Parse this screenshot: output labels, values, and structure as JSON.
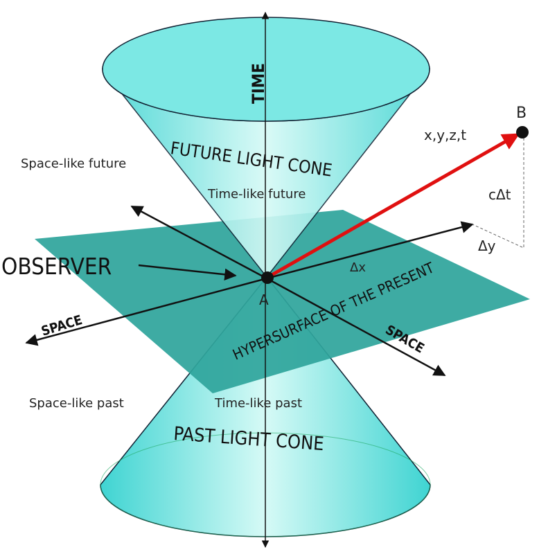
{
  "colors": {
    "cone": "#5fe0de",
    "cone_light": "#c8f7f3",
    "plane": "#2fa59c",
    "vector": "#e01010",
    "ink": "#111111"
  },
  "labels": {
    "time": "TIME",
    "future_cone": "FUTURE LIGHT CONE",
    "past_cone": "PAST LIGHT CONE",
    "space_like_future": "Space-like future",
    "time_like_future": "Time-like future",
    "space_like_past": "Space-like past",
    "time_like_past": "Time-like past",
    "observer": "OBSERVER",
    "hypersurface": "HYPERSURFACE OF THE PRESENT",
    "space_left": "SPACE",
    "space_right": "SPACE",
    "point_a": "A",
    "point_b": "B",
    "coords_b": "x,y,z,t",
    "delta_t": "cΔt",
    "delta_y": "Δy",
    "delta_x": "Δx"
  }
}
